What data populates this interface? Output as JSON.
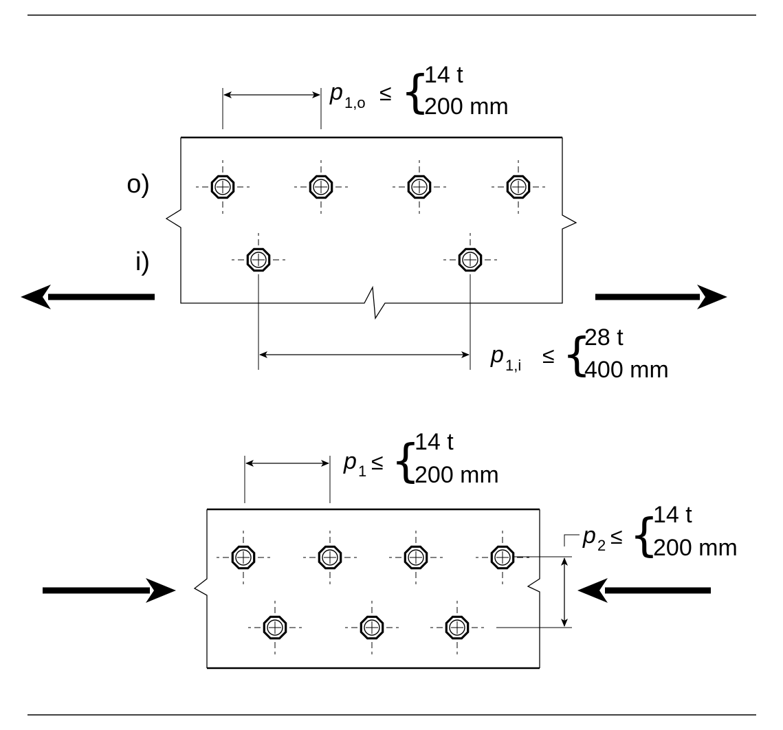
{
  "diagram": {
    "top": {
      "row_labels": {
        "outer": "o)",
        "inner": "i)"
      },
      "outer_pitch": {
        "symbol": "p",
        "subscript": "1,o",
        "leq": "≤",
        "brace": "{",
        "option_1": "14 t",
        "option_2": "200 mm"
      },
      "inner_pitch": {
        "symbol": "p",
        "subscript": "1,i",
        "leq": "≤",
        "brace": "{",
        "option_1": "28 t",
        "option_2": "400 mm"
      }
    },
    "bottom": {
      "pitch_1": {
        "symbol": "p",
        "subscript": "1",
        "leq": "≤",
        "brace": "{",
        "option_1": "14 t",
        "option_2": "200 mm"
      },
      "pitch_2": {
        "symbol": "p",
        "subscript": "2",
        "leq": "≤",
        "brace": "{",
        "option_1": "14 t",
        "option_2": "200 mm"
      }
    }
  }
}
